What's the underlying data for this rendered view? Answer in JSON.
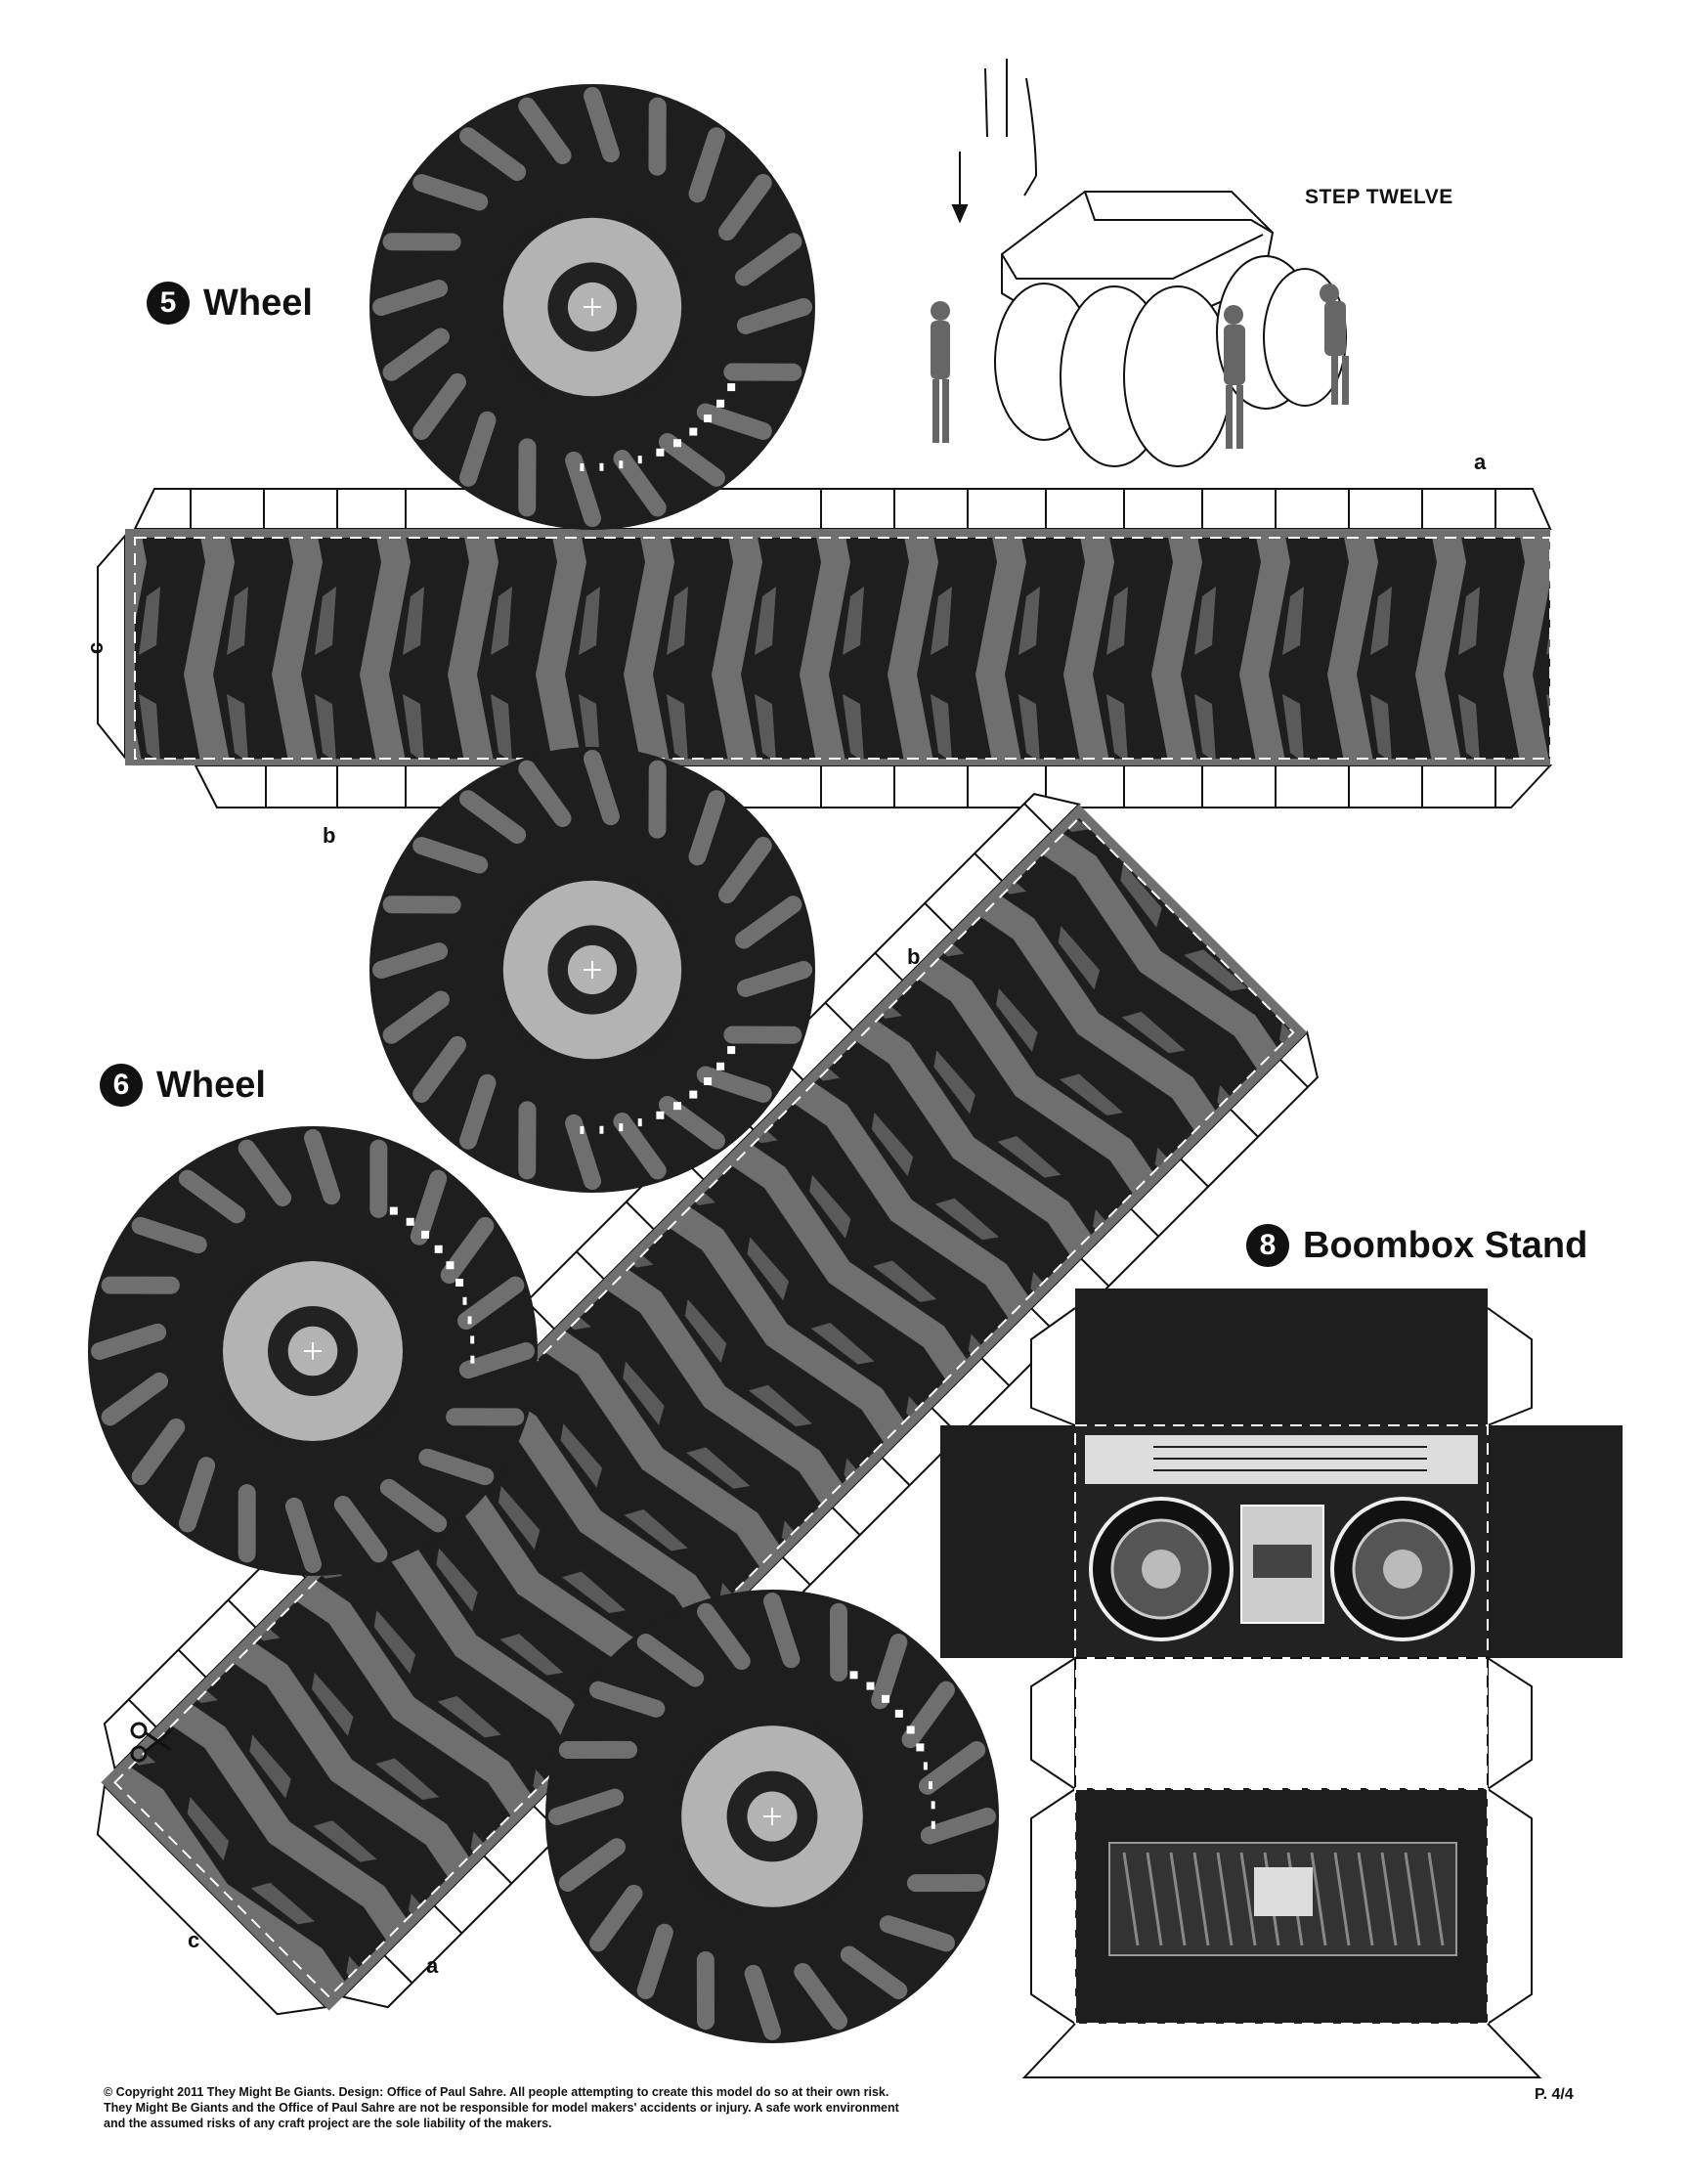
{
  "sections": {
    "wheel5": {
      "number": "5",
      "title": "Wheel"
    },
    "wheel6": {
      "number": "6",
      "title": "Wheel"
    },
    "boombox8": {
      "number": "8",
      "title": "Boombox Stand"
    }
  },
  "step_label": "STEP TWELVE",
  "tab_letters": {
    "a": "a",
    "b": "b",
    "c": "c"
  },
  "footer": {
    "line1": "© Copyright 2011 They Might Be Giants. Design: Office of Paul Sahre. All people attempting to create this model do so at their own risk.",
    "line2": "They Might Be Giants and the Office of Paul Sahre are not be responsible for model makers' accidents or injury. A safe work environment",
    "line3": "and the assumed risks of any craft project are the sole liability of the makers."
  },
  "page_number": "P. 4/4",
  "icons": [
    "scissors-icon",
    "arrow-down-icon"
  ],
  "colors": {
    "tire": "#1e1e1e",
    "tread": "#6f6f6f",
    "hub": "#b3b3b3",
    "dash": "#ffffff"
  }
}
